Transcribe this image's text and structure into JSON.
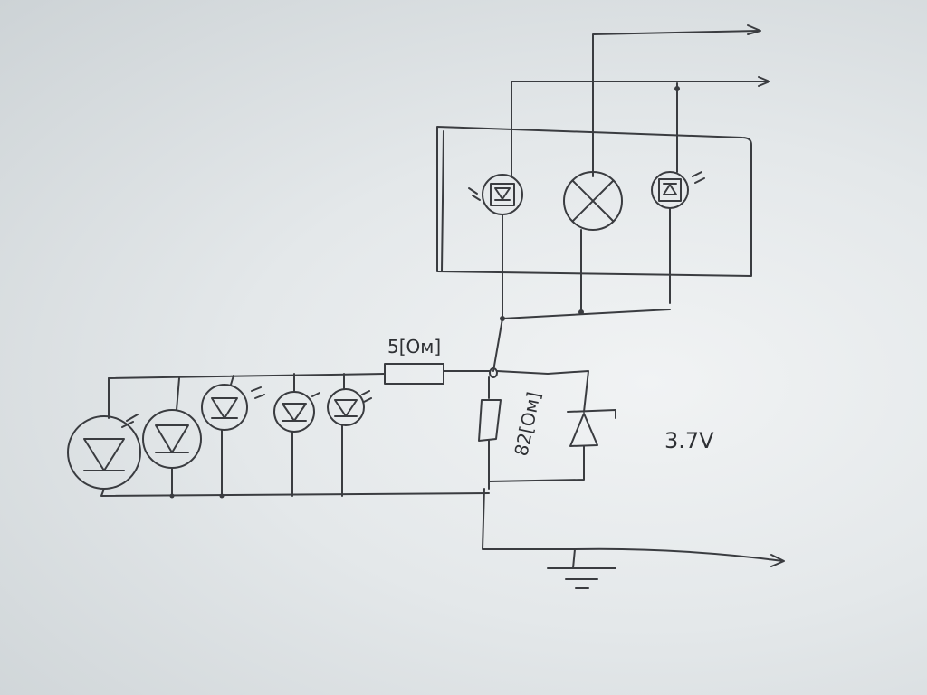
{
  "diagram": {
    "type": "hand-drawn circuit schematic",
    "labels": {
      "series_resistor": "5[Ом]",
      "shunt_resistor": "82[Ом]",
      "voltage": "3.7V"
    },
    "colors": {
      "ink": "#3a3c40",
      "paper": "#e4e8ea"
    }
  }
}
